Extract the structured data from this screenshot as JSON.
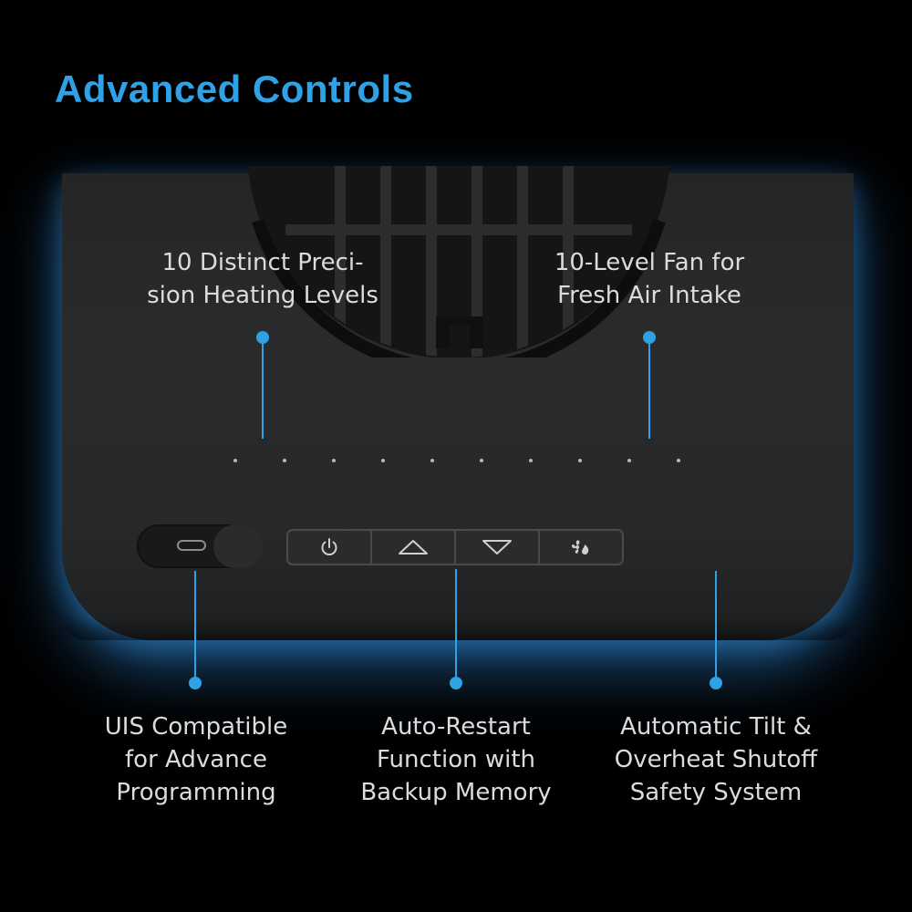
{
  "title": "Advanced Controls",
  "icons": {
    "power": "power-icon",
    "up": "triangle-up-icon",
    "down": "triangle-down-icon",
    "fan_mode": "fan-flame-icon",
    "usb": "usb-c-port-icon"
  },
  "colors": {
    "accent": "#2fa1e4",
    "device": "#262729",
    "glow": "#3c8fe0"
  },
  "callouts": {
    "heating": {
      "lines": [
        "10 Distinct Preci-",
        "sion Heating Levels"
      ]
    },
    "fan": {
      "lines": [
        "10-Level Fan for",
        "Fresh Air Intake"
      ]
    },
    "uis": {
      "lines": [
        "UIS Compatible",
        "for Advance",
        "Programming"
      ]
    },
    "restart": {
      "lines": [
        "Auto-Restart",
        "Function with",
        "Backup Memory"
      ]
    },
    "safety": {
      "lines": [
        "Automatic Tilt &",
        "Overheat Shutoff",
        "Safety System"
      ]
    }
  }
}
